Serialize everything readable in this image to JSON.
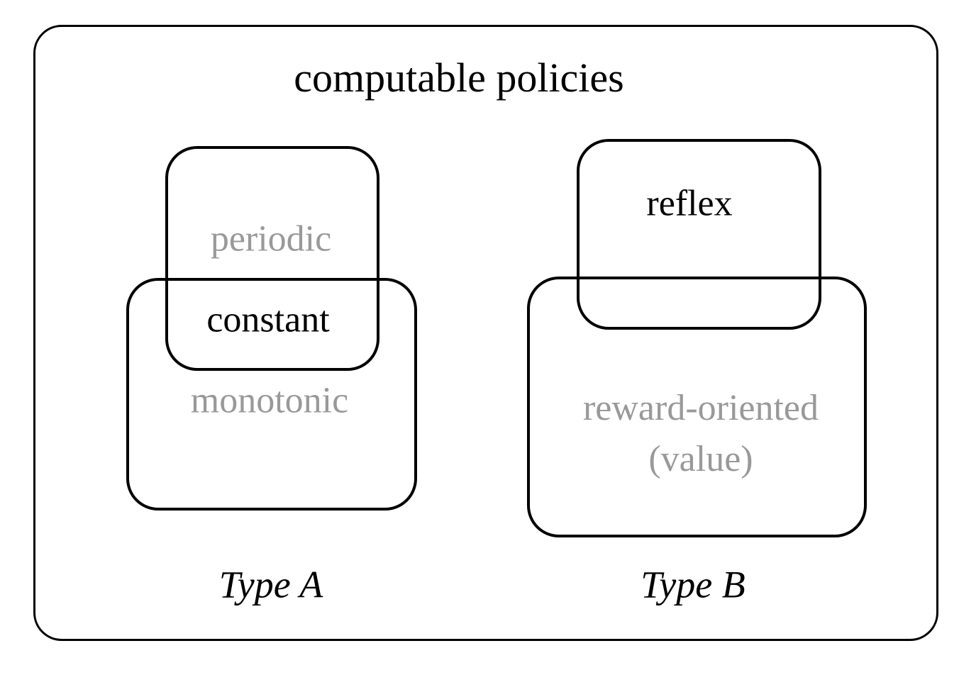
{
  "title": "computable policies",
  "type_a": {
    "label": "Type A",
    "boxes": [
      {
        "name": "periodic",
        "label": "periodic",
        "label_color": "#999999"
      },
      {
        "name": "monotonic",
        "label": "monotonic",
        "label_color": "#999999"
      }
    ],
    "intersection_label": "constant"
  },
  "type_b": {
    "label": "Type B",
    "boxes": [
      {
        "name": "reflex",
        "label": "reflex",
        "label_color": "#000000"
      },
      {
        "name": "reward-oriented",
        "label": "reward-oriented",
        "label_line2": "(value)",
        "label_color": "#999999"
      }
    ]
  },
  "colors": {
    "outline": "#000000",
    "gray_label": "#999999",
    "black_label": "#000000",
    "background": "#ffffff"
  }
}
